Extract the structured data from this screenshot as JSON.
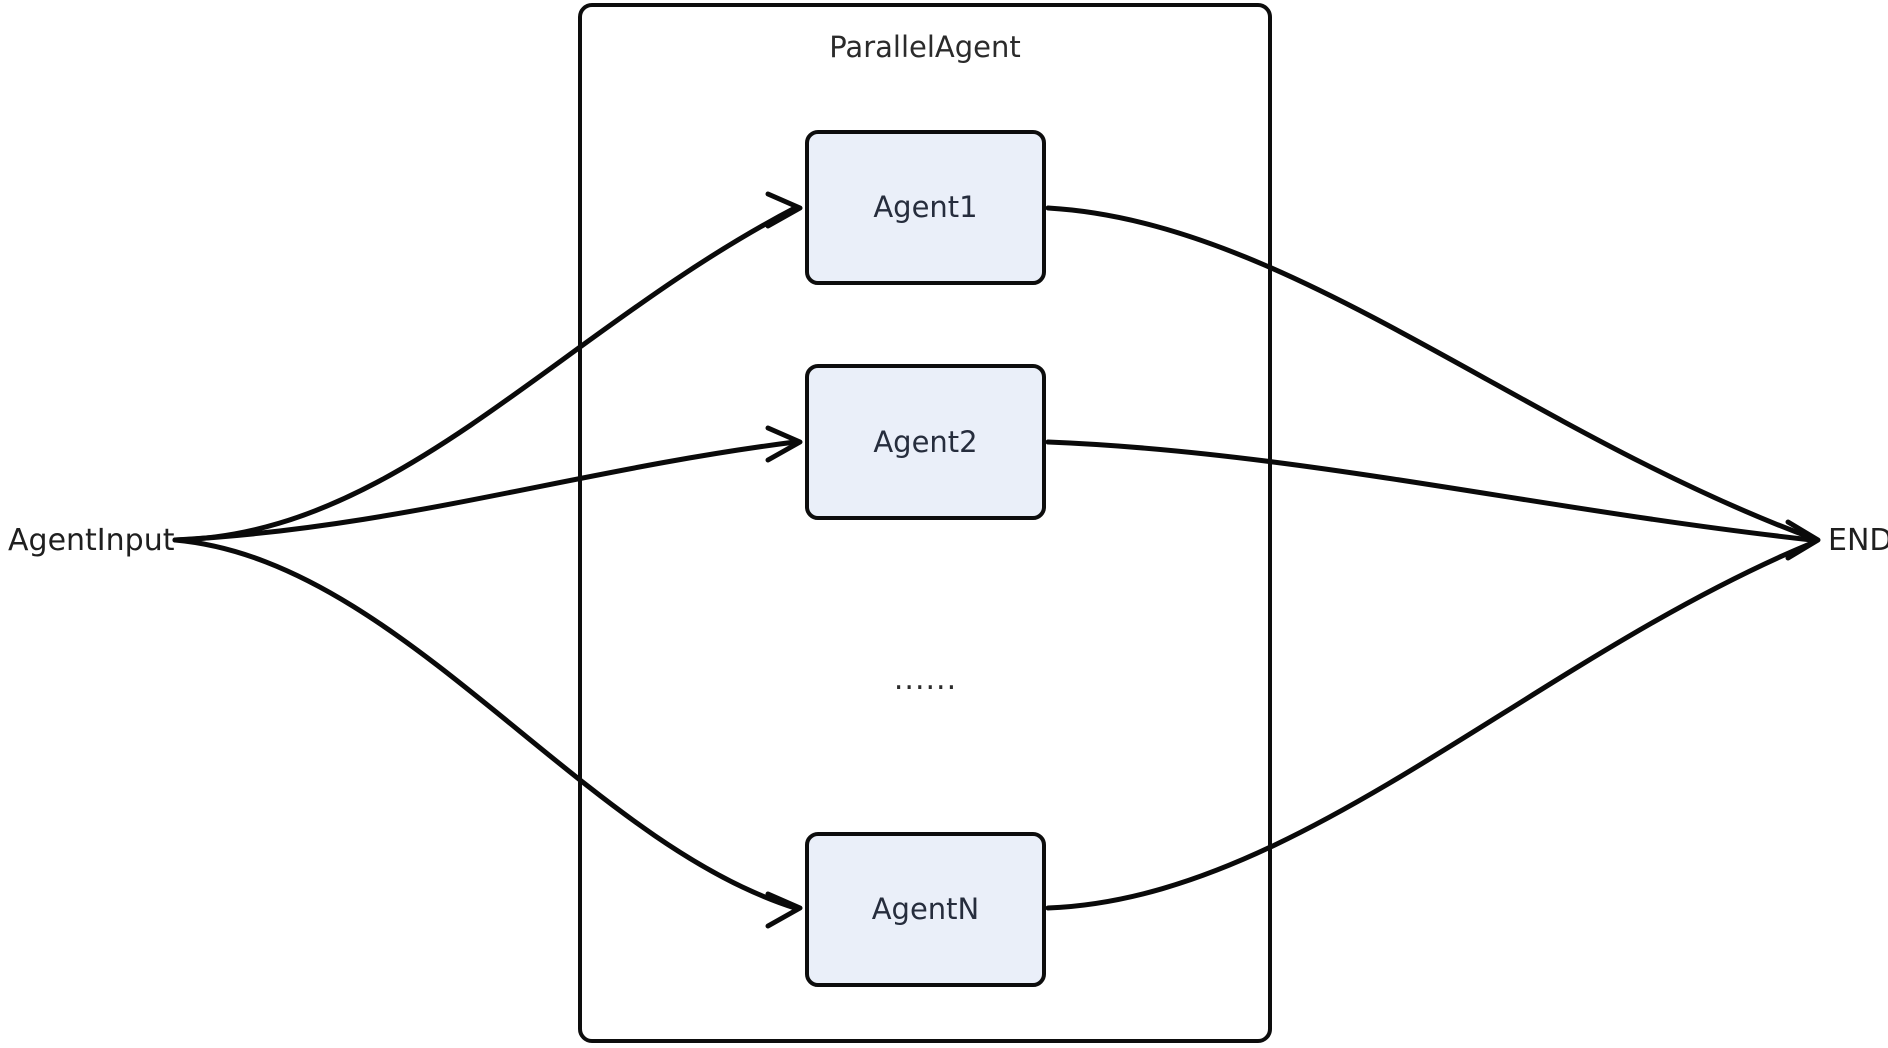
{
  "diagram": {
    "title": "ParallelAgent",
    "background_color": "#ffffff",
    "stroke_color": "#0a0a0a",
    "node_fill_color": "#eaeff9",
    "node_text_color": "#262d3d"
  },
  "group": {
    "label": "ParallelAgent"
  },
  "nodes": [
    {
      "id": "agent1",
      "label": "Agent1"
    },
    {
      "id": "agent2",
      "label": "Agent2"
    },
    {
      "id": "agentN",
      "label": "AgentN"
    }
  ],
  "endpoints": {
    "input_label": "AgentInput",
    "output_label": "END"
  },
  "ellipsis": {
    "label": "......"
  }
}
